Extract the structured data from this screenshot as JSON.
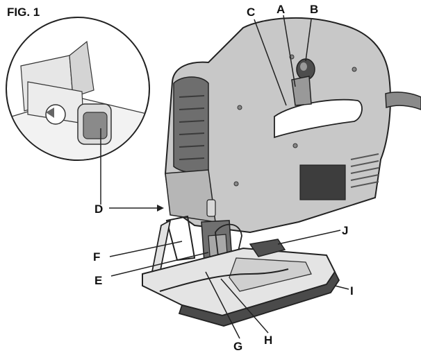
{
  "figure": {
    "title": "FIG. 1",
    "callouts": {
      "A": "A",
      "B": "B",
      "C": "C",
      "D": "D",
      "E": "E",
      "F": "F",
      "G": "G",
      "H": "H",
      "I": "I",
      "J": "J"
    }
  },
  "colors": {
    "body_gray": "#c8c8c8",
    "body_dark": "#9a9a9a",
    "grip": "#6e6e6e",
    "shoe_dark": "#4a4a4a",
    "outline": "#222222"
  }
}
